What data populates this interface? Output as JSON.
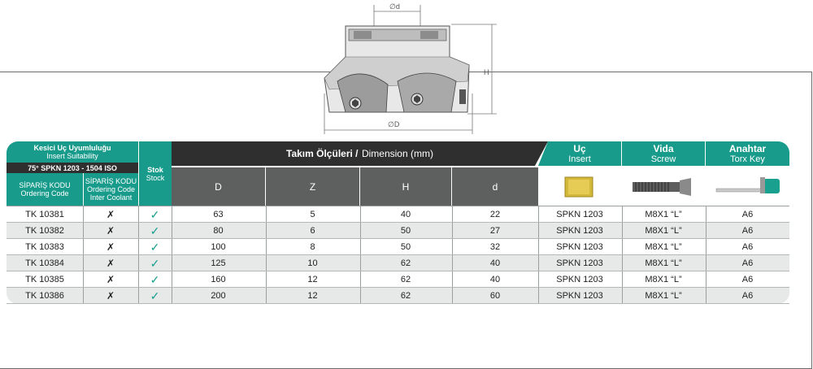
{
  "drawing": {
    "dim_small_d": "∅d",
    "dim_D": "∅D",
    "dim_H": "H"
  },
  "header": {
    "suitability_title": "Kesici Uç Uyumluluğu",
    "suitability_sub": "Insert Suitability",
    "insert_spec": "75° SPKN 1203 - 1504 ISO",
    "order_code_tr": "SİPARİŞ KODU",
    "order_code_en": "Ordering Code",
    "order_code2_tr": "SİPARİŞ KODU",
    "order_code2_en": "Ordering Code",
    "order_code2_extra": "Inter Coolant",
    "stock_tr": "Stok",
    "stock_en": "Stock",
    "dimension_tr": "Takım Ölçüleri /",
    "dimension_en": "Dimension (mm)",
    "col_D": "D",
    "col_Z": "Z",
    "col_H": "H",
    "col_d": "d",
    "insert_tr": "Uç",
    "insert_en": "Insert",
    "screw_tr": "Vida",
    "screw_en": "Screw",
    "key_tr": "Anahtar",
    "key_en": "Torx Key"
  },
  "icons": {
    "insert": "insert-image",
    "screw": "screw-image",
    "key": "torx-key-image"
  },
  "colors": {
    "teal": "#199b8b",
    "dark": "#2f2f2f",
    "grey": "#5e6060",
    "check": "#1aa08e"
  },
  "rows": [
    {
      "code": "TK 10381",
      "coolant": "✗",
      "stock": "✓",
      "D": "63",
      "Z": "5",
      "H": "40",
      "d": "22",
      "insert": "SPKN 1203",
      "screw": "M8X1 “L”",
      "key": "A6"
    },
    {
      "code": "TK 10382",
      "coolant": "✗",
      "stock": "✓",
      "D": "80",
      "Z": "6",
      "H": "50",
      "d": "27",
      "insert": "SPKN 1203",
      "screw": "M8X1 “L”",
      "key": "A6"
    },
    {
      "code": "TK 10383",
      "coolant": "✗",
      "stock": "✓",
      "D": "100",
      "Z": "8",
      "H": "50",
      "d": "32",
      "insert": "SPKN 1203",
      "screw": "M8X1 “L”",
      "key": "A6"
    },
    {
      "code": "TK 10384",
      "coolant": "✗",
      "stock": "✓",
      "D": "125",
      "Z": "10",
      "H": "62",
      "d": "40",
      "insert": "SPKN 1203",
      "screw": "M8X1 “L”",
      "key": "A6"
    },
    {
      "code": "TK 10385",
      "coolant": "✗",
      "stock": "✓",
      "D": "160",
      "Z": "12",
      "H": "62",
      "d": "40",
      "insert": "SPKN 1203",
      "screw": "M8X1 “L”",
      "key": "A6"
    },
    {
      "code": "TK 10386",
      "coolant": "✗",
      "stock": "✓",
      "D": "200",
      "Z": "12",
      "H": "62",
      "d": "60",
      "insert": "SPKN 1203",
      "screw": "M8X1 “L”",
      "key": "A6"
    }
  ]
}
